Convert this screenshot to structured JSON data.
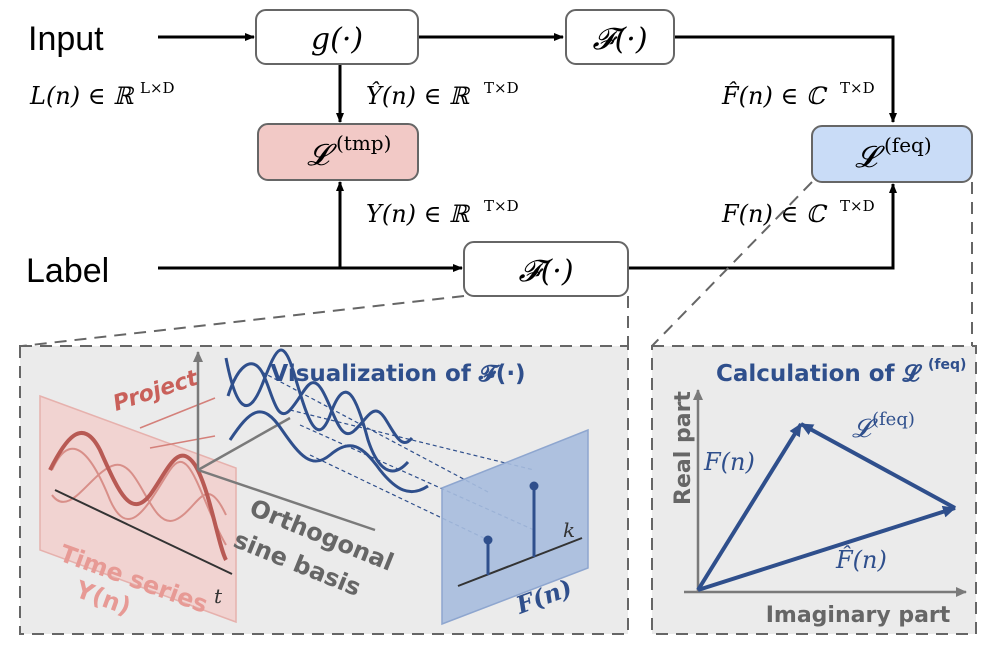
{
  "top": {
    "input_label": "Input",
    "label_label": "Label",
    "g_box": "g(·)",
    "f_box_top": "𝓕(·)",
    "f_box_bottom": "𝓕(·)",
    "loss_tmp": "𝓛",
    "loss_tmp_sup": "(tmp)",
    "loss_feq": "𝓛",
    "loss_feq_sup": "(feq)",
    "l_n": "L(n) ∈ ℝ",
    "l_n_sup": "L×D",
    "yhat_n": "Ŷ(n) ∈ ℝ",
    "yhat_n_sup": "T×D",
    "fhat_n": "F̂(n) ∈ ℂ",
    "fhat_n_sup": "T×D",
    "y_n": "Y(n) ∈ ℝ",
    "y_n_sup": "T×D",
    "f_n": "F(n) ∈ ℂ",
    "f_n_sup": "T×D"
  },
  "left_panel": {
    "title": "Visualization of 𝓕(·)",
    "project": "Project",
    "time_series_1": "Time series",
    "time_series_2": "Y(n)",
    "orth_1": "Orthogonal",
    "orth_2": "sine basis",
    "t_label": "t",
    "k_label": "k",
    "f_n_label": "F(n)"
  },
  "right_panel": {
    "title": "Calculation of 𝓛",
    "title_sup": "(feq)",
    "y_axis": "Real part",
    "x_axis": "Imaginary part",
    "f_n": "F(n)",
    "fhat_n": "F̂(n)",
    "loss": "𝓛",
    "loss_sup": "(feq)"
  },
  "colors": {
    "tmp_fill": "#f2c9c6",
    "feq_fill": "#c9dcf7",
    "blue": "#2f4f8c",
    "red": "#c9605a",
    "panel": "#ebebeb"
  }
}
